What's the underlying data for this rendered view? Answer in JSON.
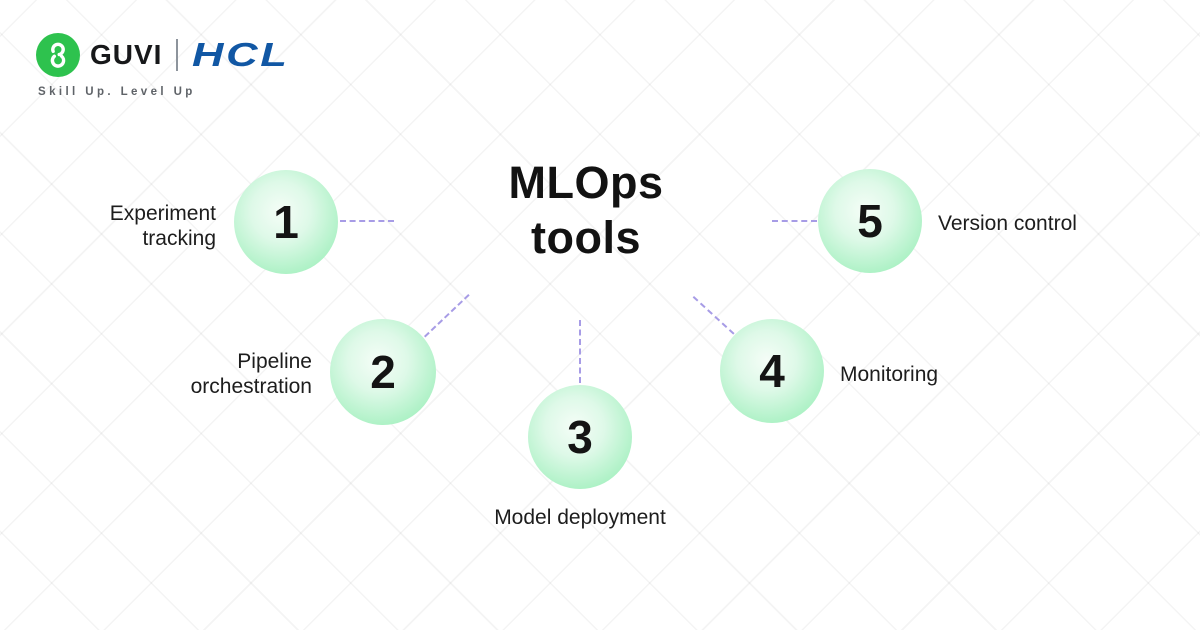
{
  "header": {
    "brand": "GUVI",
    "partner": "HCL",
    "tagline": "Skill Up. Level Up"
  },
  "diagram": {
    "title_line1": "MLOps",
    "title_line2": "tools",
    "nodes": [
      {
        "number": "1",
        "label": "Experiment tracking"
      },
      {
        "number": "2",
        "label": "Pipeline orchestration"
      },
      {
        "number": "3",
        "label": "Model deployment"
      },
      {
        "number": "4",
        "label": "Monitoring"
      },
      {
        "number": "5",
        "label": "Version control"
      }
    ]
  },
  "icons": {
    "guvi_logo": "guvi-g-icon"
  },
  "colors": {
    "node_green_edge": "#8feeb2",
    "node_green_center": "#f5fdf7",
    "connector_lavender": "#a79ce6",
    "guvi_green": "#2ec24e",
    "hcl_blue": "#1157a4",
    "text_dark": "#1d1d1d",
    "tagline_gray": "#5f6368"
  }
}
